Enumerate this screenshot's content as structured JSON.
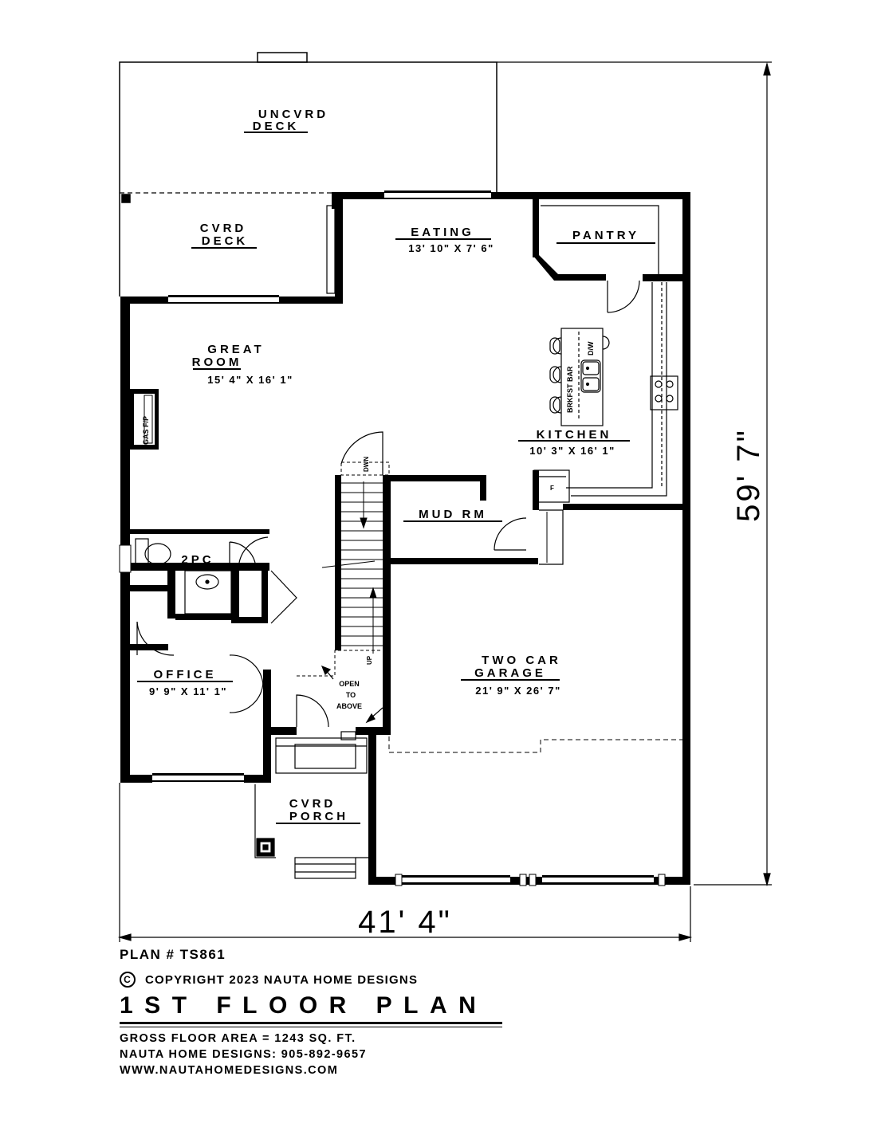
{
  "rooms": {
    "uncvrd_deck": {
      "line1": "UNCVRD",
      "line2": "DECK"
    },
    "cvrd_deck": {
      "line1": "CVRD",
      "line2": "DECK"
    },
    "eating": {
      "name": "EATING",
      "size": "13' 10\" X 7' 6\""
    },
    "pantry": {
      "name": "PANTRY"
    },
    "great_room": {
      "line1": "GREAT",
      "line2": "ROOM",
      "size": "15' 4\" X 16' 1\""
    },
    "kitchen": {
      "name": "KITCHEN",
      "size": "10' 3\" X 16' 1\""
    },
    "mud_room": {
      "name": "MUD RM"
    },
    "two_pc": {
      "name": "2PC"
    },
    "office": {
      "name": "OFFICE",
      "size": "9' 9\" X 11' 1\""
    },
    "garage": {
      "line1": "TWO CAR",
      "line2": "GARAGE",
      "size": "21' 9\" X 26' 7\""
    },
    "cvrd_porch": {
      "line1": "CVRD",
      "line2": "PORCH"
    }
  },
  "fixtures": {
    "gas_fireplace": "GAS F/P",
    "breakfast_bar": "BRKFST BAR",
    "dishwasher": "D/W",
    "fridge": "F",
    "stair_down": "DWN",
    "stair_up": "UP",
    "open_to_above": [
      "OPEN",
      "TO",
      "ABOVE"
    ]
  },
  "dimensions": {
    "width": "41' 4\"",
    "depth": "59' 7\""
  },
  "title_block": {
    "plan_number": "PLAN # TS861",
    "copyright_symbol": "C",
    "copyright": "COPYRIGHT 2023 NAUTA HOME DESIGNS",
    "title": "1ST FLOOR PLAN",
    "area": "GROSS  FLOOR AREA  =  1243  SQ. FT.",
    "phone": "NAUTA HOME DESIGNS:  905-892-9657",
    "website": "WWW.NAUTAHOMEDESIGNS.COM"
  }
}
